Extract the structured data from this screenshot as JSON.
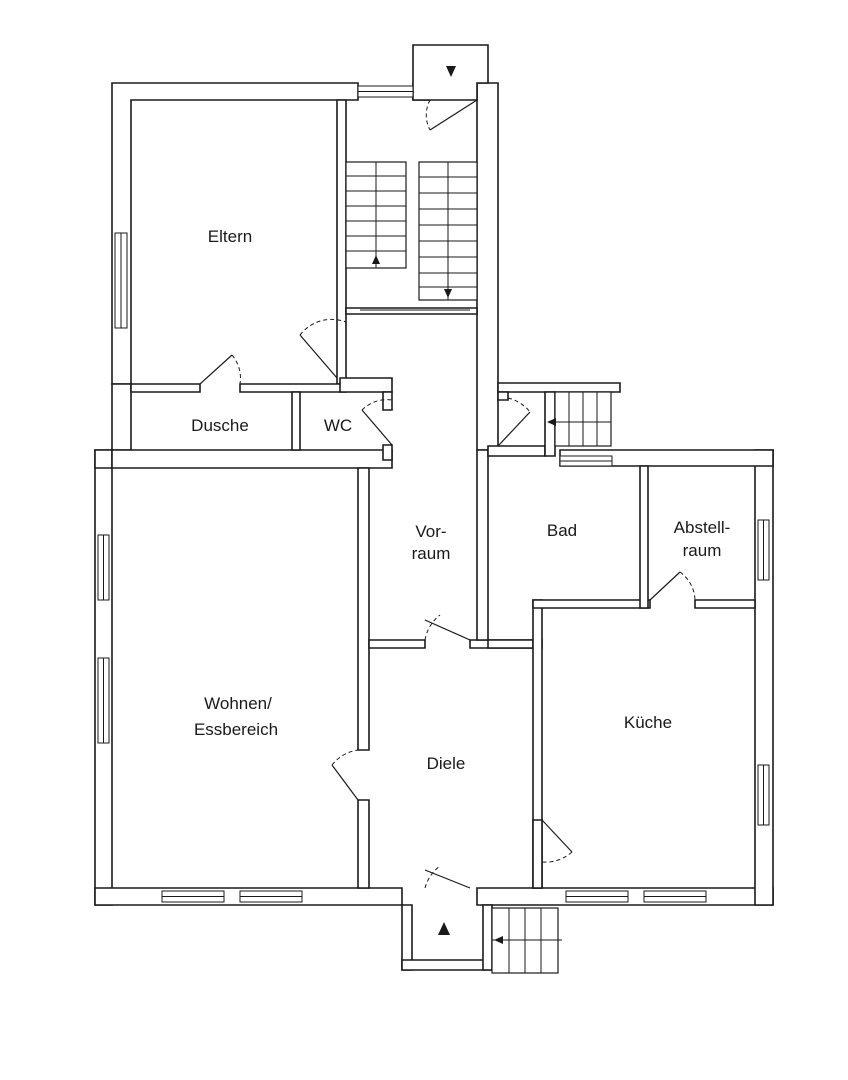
{
  "rooms": {
    "eltern": "Eltern",
    "dusche": "Dusche",
    "wc": "WC",
    "vorraum_line1": "Vor-",
    "vorraum_line2": "raum",
    "bad": "Bad",
    "abstell_line1": "Abstell-",
    "abstell_line2": "raum",
    "wohnen_line1": "Wohnen/",
    "wohnen_line2": "Essbereich",
    "diele": "Diele",
    "kueche": "Küche"
  }
}
